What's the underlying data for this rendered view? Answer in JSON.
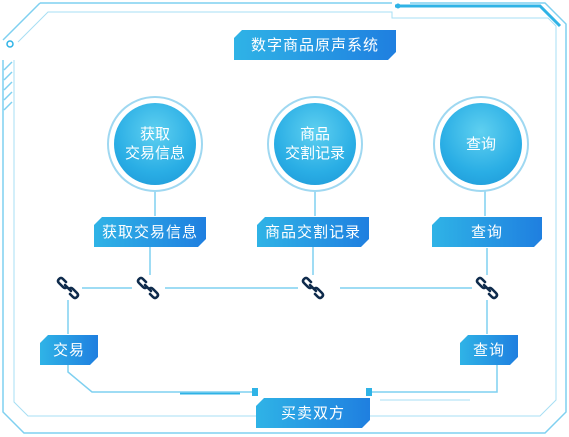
{
  "title": "数字商品原声系统",
  "nodes": [
    {
      "circle_text": "获取\n交易信息",
      "label": "获取交易信息"
    },
    {
      "circle_text": "商品\n交割记录",
      "label": "商品交割记录"
    },
    {
      "circle_text": "查询",
      "label": "查询"
    }
  ],
  "left_party": "交易",
  "right_party": "查询",
  "bottom_label": "买卖双方",
  "colors": {
    "frame": "#5bc3ea",
    "accent_dark": "#1f7fe0",
    "accent_light": "#2fb3e6",
    "link_icon": "#0f2b4c"
  }
}
